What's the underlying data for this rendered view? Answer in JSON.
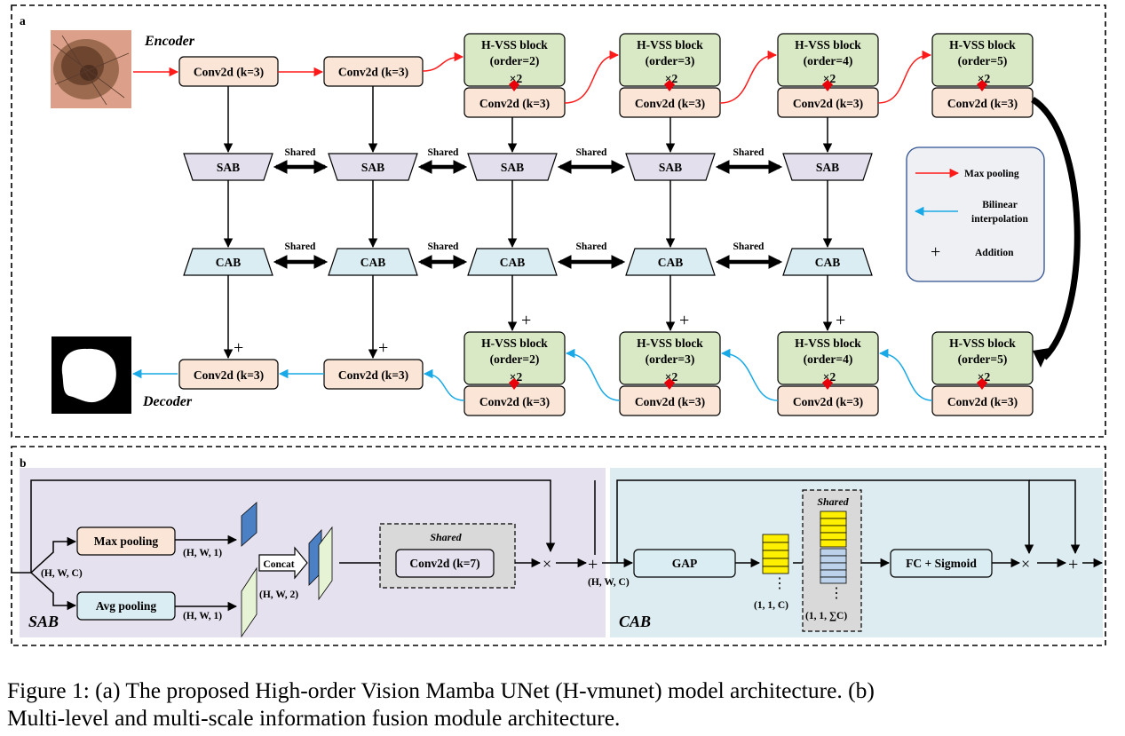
{
  "panel_a": {
    "label": "a",
    "encoder_label": "Encoder",
    "decoder_label": "Decoder",
    "conv3": "Conv2d (k=3)",
    "hvss_title": "H-VSS block",
    "orders": [
      "(order=2)",
      "(order=3)",
      "(order=4)",
      "(order=5)"
    ],
    "repeat": "×2",
    "sab": "SAB",
    "cab": "CAB",
    "shared": "Shared",
    "plus": "+",
    "legend": {
      "max_pooling": "Max pooling",
      "bilinear_1": "Bilinear",
      "bilinear_2": "interpolation",
      "addition_symbol": "+",
      "addition": "Addition"
    }
  },
  "panel_b": {
    "label": "b",
    "sab_label": "SAB",
    "cab_label": "CAB",
    "max_pooling": "Max pooling",
    "avg_pooling": "Avg pooling",
    "hwc": "(H, W, C)",
    "hw1": "(H, W, 1)",
    "hw2": "(H, W, 2)",
    "concat": "Concat",
    "shared": "Shared",
    "conv7": "Conv2d (k=7)",
    "times": "×",
    "plus": "+",
    "gap": "GAP",
    "dots": "⋮",
    "c11": "(1, 1, C)",
    "c11sum": "(1, 1, ∑C)",
    "fc": "FC + Sigmoid"
  },
  "caption": {
    "line1": "Figure 1: (a) The proposed High-order Vision Mamba UNet (H-vmunet) model architecture. (b)",
    "line2": "Multi-level and multi-scale information fusion module architecture."
  },
  "colors": {
    "conv": "#fbe5d6",
    "hvss": "#d9e8c5",
    "sab": "#e3dfec",
    "cab": "#daedf3",
    "sab_bg": "#e6e1ee",
    "cab_bg": "#dcecf1",
    "red_arrow": "#ff1a1a",
    "blue_arrow": "#19a9e6",
    "yellow": "#ffef00",
    "blue_feat": "#bcd2ea"
  }
}
